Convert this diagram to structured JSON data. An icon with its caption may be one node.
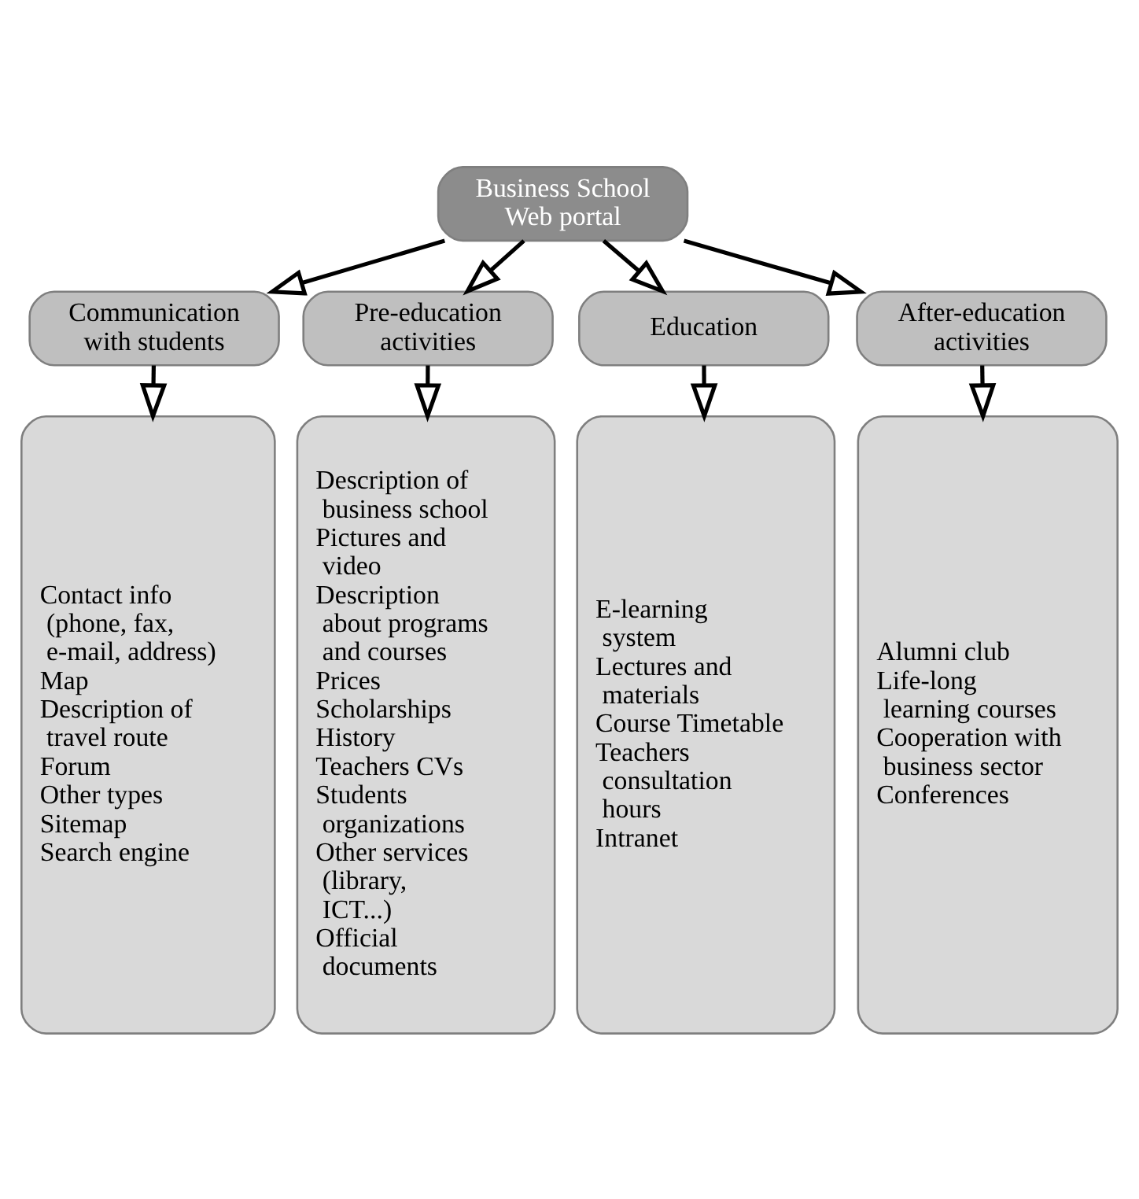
{
  "diagram": {
    "nodes": [
      {
        "text": [
          "Business School Web portal"
        ]
      },
      {
        "text": [
          "Communication with students"
        ]
      },
      {
        "text": [
          "Pre-education activities"
        ]
      },
      {
        "text": [
          "Education"
        ]
      },
      {
        "text": [
          "After-education activities"
        ]
      },
      {
        "text": [
          "Contact info (phone, fax, e-mail, address)",
          "Map",
          "Description of travel route",
          "Forum",
          "Other types",
          "Sitemap",
          "Search engine"
        ]
      },
      {
        "text": [
          "Description of business school",
          "Pictures and video",
          "Description about programs and courses",
          "Prices",
          "Scholarships",
          "History",
          "Teachers CVs",
          "Students organizations",
          "Other services (library, ICT...)",
          "Official documents"
        ]
      },
      {
        "text": [
          "E-learning system",
          "Lectures and materials",
          "Course Timetable",
          "Teachers consultation hours",
          "Intranet"
        ]
      },
      {
        "text": [
          "Alumni club",
          "Life-long learning courses",
          "Cooperation with business sector",
          "Conferences"
        ]
      }
    ],
    "edges": [
      {
        "from": 0,
        "to": 1,
        "arrow": "to"
      },
      {
        "from": 0,
        "to": 2,
        "arrow": "to"
      },
      {
        "from": 0,
        "to": 3,
        "arrow": "to"
      },
      {
        "from": 0,
        "to": 4,
        "arrow": "to"
      },
      {
        "from": 1,
        "to": 5,
        "arrow": "to"
      },
      {
        "from": 2,
        "to": 6,
        "arrow": "to"
      },
      {
        "from": 3,
        "to": 7,
        "arrow": "to"
      },
      {
        "from": 4,
        "to": 8,
        "arrow": "to"
      }
    ]
  }
}
